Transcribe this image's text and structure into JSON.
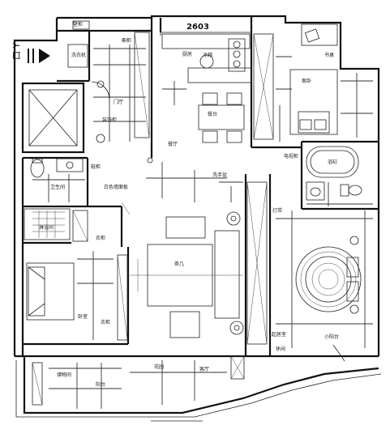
{
  "dimension": "2603",
  "section_mark": "口 Y",
  "labels": {
    "shower": "淋浴间",
    "wash_room": "洗衣机",
    "cabinet": "橱柜",
    "fridge": "冰箱",
    "table": "餐台",
    "study_desk": "书桌",
    "guest_room": "客卧",
    "gate_desk": "门厅",
    "tv_cabinet": "电视柜",
    "toilet": "卫生间",
    "shoe_cabinet": "鞋柜",
    "cloak": "衣柜",
    "white_wall": "白色墙面板",
    "washbasin": "洗手盆",
    "tea_table": "茶几",
    "bedroom": "卧室",
    "wardrobe": "衣柜",
    "sofa_area": "客厅",
    "bath": "浴缸",
    "leisure": "休闲",
    "decor": "装饰柜",
    "balcony_small": "小阳台",
    "balcony": "阳台",
    "kitchen": "厨房",
    "living": "起居室",
    "dining": "餐厅",
    "storage": "储物间",
    "garden": "花园",
    "wall_cab": "壁柜",
    "light": "灯带"
  }
}
